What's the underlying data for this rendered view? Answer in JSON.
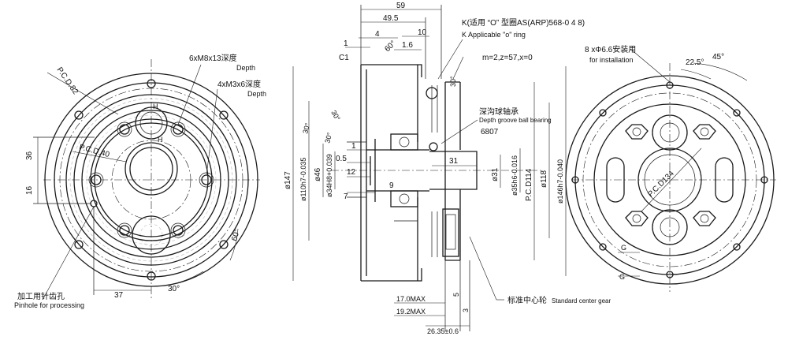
{
  "left_view": {
    "pcd82": "P.C.D.82",
    "pcd40": "P.C.D.40",
    "note_m8": "6xM8x13深度",
    "note_m8_en": "Depth",
    "note_m3": "4xM3x6深度",
    "note_m3_en": "Depth",
    "h_label": "H",
    "dim_36": "36",
    "dim_16": "16",
    "dim_37": "37",
    "dim_30deg": "30°",
    "dim_60deg": "60°",
    "pinhole_cn": "加工用针齿孔",
    "pinhole_en": "Pinhole for processing"
  },
  "section_view": {
    "dim_59": "59",
    "dim_49_5": "49.5",
    "dim_1": "1",
    "dim_4": "4",
    "dim_10": "10",
    "dim_1_6": "1.6",
    "dim_60deg": "60°",
    "chamfer_c1": "C1",
    "oring_cn": "K(适用 “O” 型圈AS(ARP)568-0 4 8)",
    "oring_en": "K Applicable \"o\" ring",
    "gear_spec": "m=2,z=57,x=0",
    "dim_30deg_a": "30°",
    "dim_30deg_b": "30°",
    "dim_30deg_c": "30°",
    "dim_30deg_d": "30°",
    "bearing_cn": "深沟球轴承",
    "bearing_en": "Depth groove ball bearing",
    "bearing_no": "6807",
    "dim_1_b": "1",
    "dim_0_5": "0.5",
    "dim_12": "12",
    "dim_9": "9",
    "dim_7": "7",
    "dim_31": "31",
    "d147": "ø147",
    "d110": "ø110h7-0.035",
    "d46": "ø46",
    "d34": "ø34H8+0.039",
    "d31": "ø31",
    "d35": "ø35h6-0.016",
    "pcd114": "P.C.D114",
    "d118": "ø118",
    "d146": "ø146h7-0.040",
    "dim_17": "17.0MAX",
    "dim_19": "19.2MAX",
    "dim_26": "26.35±0.6",
    "dim_5": "5",
    "dim_3": "3",
    "center_gear_cn": "标准中心轮",
    "center_gear_en": "Standard center gear"
  },
  "right_view": {
    "holes_cn": "8 xΦ6.6安装用",
    "holes_en": "for installation",
    "dim_45deg": "45°",
    "dim_22_5deg": "22.5°",
    "pcd134": "P.C.D134",
    "g_label_a": "G",
    "g_label_b": "G"
  }
}
